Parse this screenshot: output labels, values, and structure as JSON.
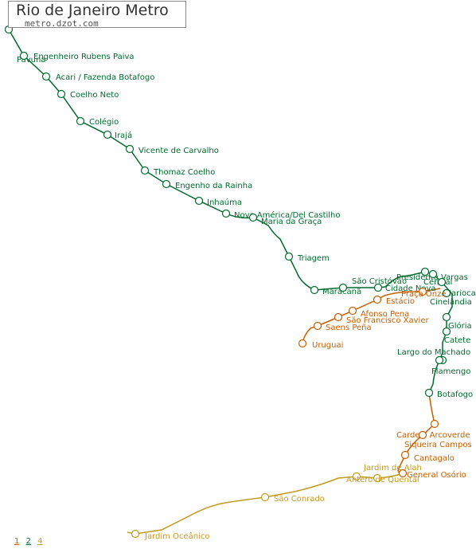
{
  "title": "Rio de Janeiro Metro",
  "subtitle": "metro.dzot.com",
  "colors": {
    "line1": "#c65f00",
    "line2": "#006a2e",
    "line4": "#c49a1e",
    "border": "#888888"
  },
  "legend": [
    {
      "label": "1",
      "color": "#c65f00"
    },
    {
      "label": "2",
      "color": "#006a2e"
    },
    {
      "label": "4",
      "color": "#c49a1e"
    }
  ],
  "lines": {
    "line2": {
      "color": "#006a2e",
      "stations": [
        "Pavuna",
        "Engenheiro Rubens Paiva",
        "Acari / Fazenda Botafogo",
        "Coelho Neto",
        "Colégio",
        "Irajá",
        "Vicente de Carvalho",
        "Thomaz Coelho",
        "Engenho da Rainha",
        "Inhaúma",
        "Nova América/Del Castilho",
        "Maria da Graça",
        "Triagem",
        "Maracanã",
        "São Cristóvão",
        "Cidade Nova",
        "Presidente Vargas",
        "Central",
        "Carioca",
        "Cinelândia",
        "Glória",
        "Catete",
        "Largo do Machado",
        "Flamengo",
        "Botafogo"
      ]
    },
    "line1": {
      "color": "#c65f00",
      "stations": [
        "Uruguai",
        "Saens Peña",
        "São Francisco Xavier",
        "Afonso Pena",
        "Estácio",
        "Praça Onze",
        "Cardeal Arcoverde",
        "Siqueira Campos",
        "Cantagalo",
        "General Osório"
      ]
    },
    "line4": {
      "color": "#c49a1e",
      "stations": [
        "Jardim de Alah",
        "Antero de Quental",
        "São Conrado",
        "Jardim Oceânico"
      ]
    }
  }
}
